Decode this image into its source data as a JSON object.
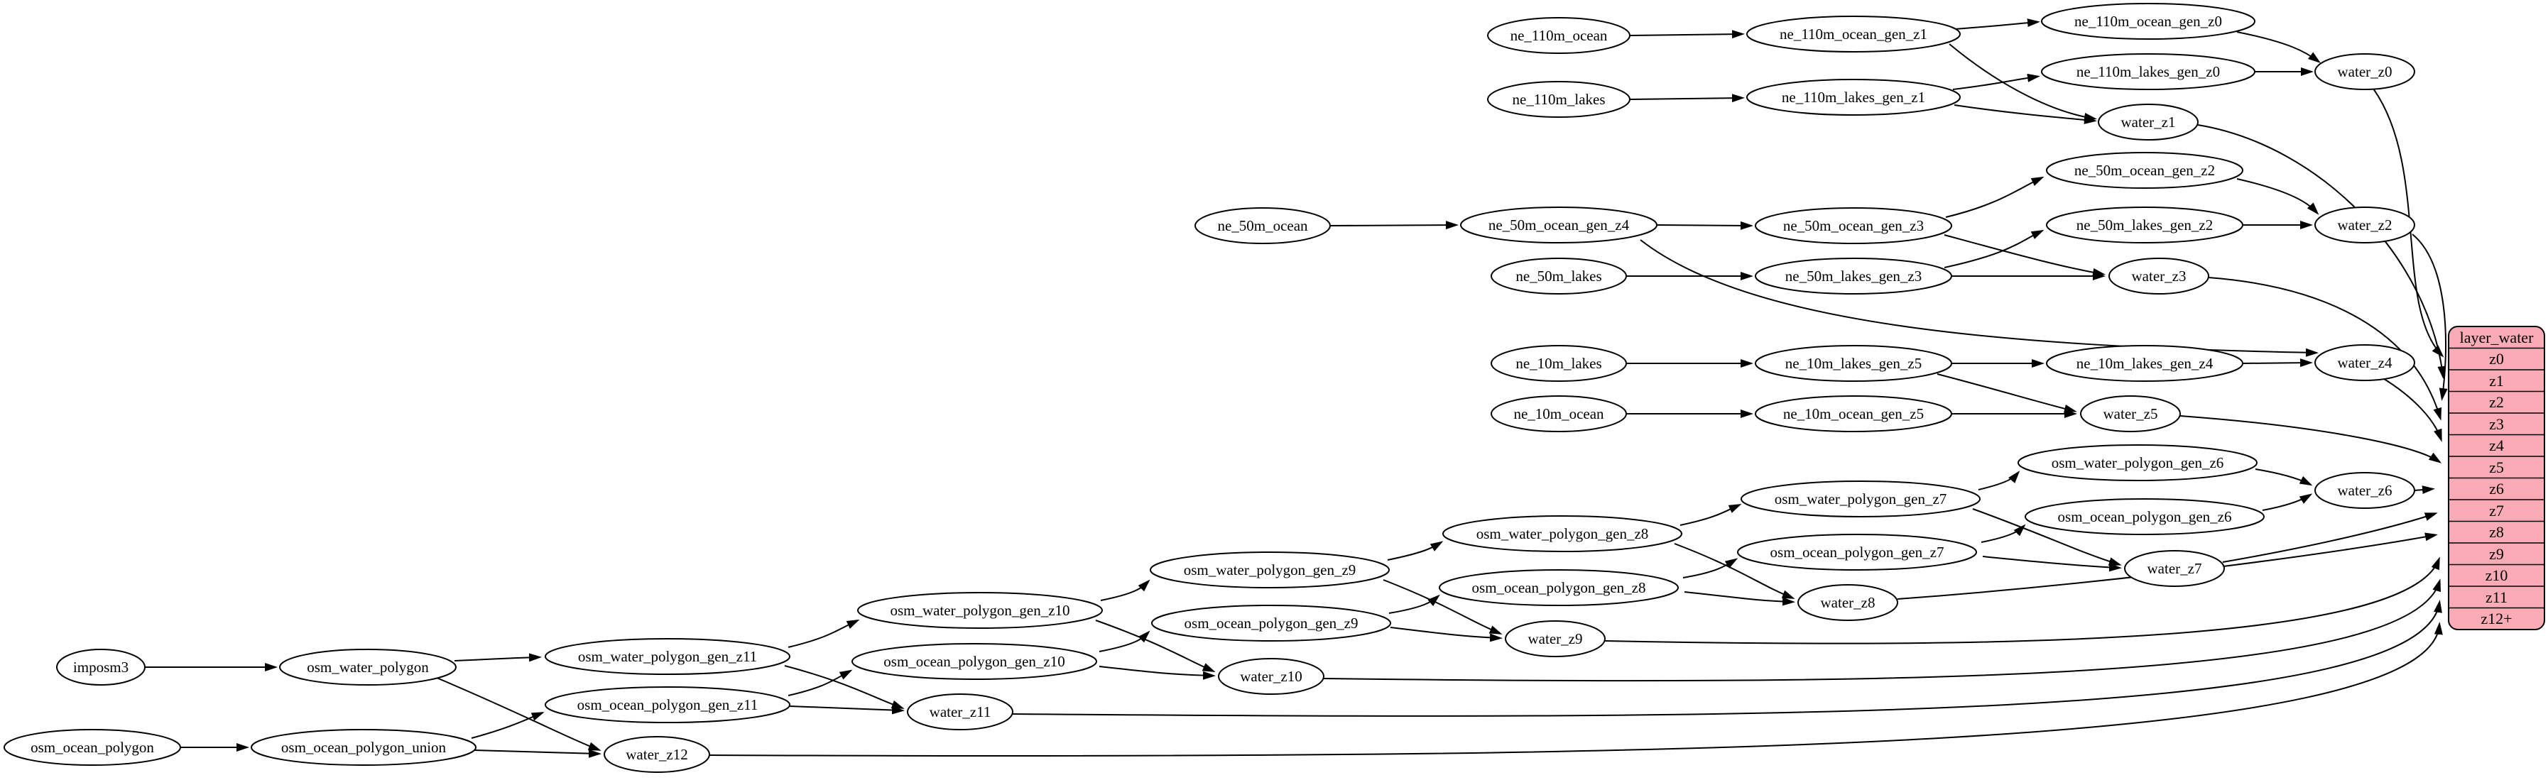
{
  "graph_title": "layer_water",
  "colors": {
    "background": "#ffffff",
    "node_fill": "#ffffff",
    "stroke": "#000000",
    "record_fill": "#faabb5"
  },
  "nodes": {
    "ne_110m_ocean": "ne_110m_ocean",
    "ne_110m_ocean_gen_z1": "ne_110m_ocean_gen_z1",
    "ne_110m_ocean_gen_z0": "ne_110m_ocean_gen_z0",
    "ne_110m_lakes": "ne_110m_lakes",
    "ne_110m_lakes_gen_z1": "ne_110m_lakes_gen_z1",
    "ne_110m_lakes_gen_z0": "ne_110m_lakes_gen_z0",
    "water_z0": "water_z0",
    "water_z1": "water_z1",
    "ne_50m_ocean": "ne_50m_ocean",
    "ne_50m_ocean_gen_z4": "ne_50m_ocean_gen_z4",
    "ne_50m_ocean_gen_z3": "ne_50m_ocean_gen_z3",
    "ne_50m_ocean_gen_z2": "ne_50m_ocean_gen_z2",
    "ne_50m_lakes": "ne_50m_lakes",
    "ne_50m_lakes_gen_z3": "ne_50m_lakes_gen_z3",
    "ne_50m_lakes_gen_z2": "ne_50m_lakes_gen_z2",
    "water_z2": "water_z2",
    "water_z3": "water_z3",
    "ne_10m_lakes": "ne_10m_lakes",
    "ne_10m_lakes_gen_z5": "ne_10m_lakes_gen_z5",
    "ne_10m_lakes_gen_z4": "ne_10m_lakes_gen_z4",
    "ne_10m_ocean": "ne_10m_ocean",
    "ne_10m_ocean_gen_z5": "ne_10m_ocean_gen_z5",
    "water_z4": "water_z4",
    "water_z5": "water_z5",
    "osm_water_polygon_gen_z6": "osm_water_polygon_gen_z6",
    "osm_ocean_polygon_gen_z6": "osm_ocean_polygon_gen_z6",
    "water_z6": "water_z6",
    "osm_water_polygon_gen_z7": "osm_water_polygon_gen_z7",
    "osm_ocean_polygon_gen_z7": "osm_ocean_polygon_gen_z7",
    "water_z7": "water_z7",
    "osm_water_polygon_gen_z8": "osm_water_polygon_gen_z8",
    "osm_ocean_polygon_gen_z8": "osm_ocean_polygon_gen_z8",
    "water_z8": "water_z8",
    "osm_water_polygon_gen_z9": "osm_water_polygon_gen_z9",
    "osm_ocean_polygon_gen_z9": "osm_ocean_polygon_gen_z9",
    "water_z9": "water_z9",
    "osm_water_polygon_gen_z10": "osm_water_polygon_gen_z10",
    "osm_ocean_polygon_gen_z10": "osm_ocean_polygon_gen_z10",
    "water_z10": "water_z10",
    "osm_water_polygon_gen_z11": "osm_water_polygon_gen_z11",
    "osm_ocean_polygon_gen_z11": "osm_ocean_polygon_gen_z11",
    "water_z11": "water_z11",
    "osm_water_polygon": "osm_water_polygon",
    "imposm3": "imposm3",
    "osm_ocean_polygon": "osm_ocean_polygon",
    "osm_ocean_polygon_union": "osm_ocean_polygon_union",
    "water_z12": "water_z12"
  },
  "record": {
    "title": "layer_water",
    "rows": [
      "z0",
      "z1",
      "z2",
      "z3",
      "z4",
      "z5",
      "z6",
      "z7",
      "z8",
      "z9",
      "z10",
      "z11",
      "z12+"
    ]
  },
  "edges": [
    [
      "ne_110m_ocean",
      "ne_110m_ocean_gen_z1"
    ],
    [
      "ne_110m_ocean_gen_z1",
      "ne_110m_ocean_gen_z0"
    ],
    [
      "ne_110m_ocean_gen_z1",
      "water_z1"
    ],
    [
      "ne_110m_ocean_gen_z0",
      "water_z0"
    ],
    [
      "ne_110m_lakes",
      "ne_110m_lakes_gen_z1"
    ],
    [
      "ne_110m_lakes_gen_z1",
      "ne_110m_lakes_gen_z0"
    ],
    [
      "ne_110m_lakes_gen_z1",
      "water_z1"
    ],
    [
      "ne_110m_lakes_gen_z0",
      "water_z0"
    ],
    [
      "water_z0",
      "layer_water:z0"
    ],
    [
      "water_z1",
      "layer_water:z1"
    ],
    [
      "ne_50m_ocean",
      "ne_50m_ocean_gen_z4"
    ],
    [
      "ne_50m_ocean_gen_z4",
      "ne_50m_ocean_gen_z3"
    ],
    [
      "ne_50m_ocean_gen_z4",
      "water_z4"
    ],
    [
      "ne_50m_ocean_gen_z3",
      "ne_50m_ocean_gen_z2"
    ],
    [
      "ne_50m_ocean_gen_z3",
      "water_z3"
    ],
    [
      "ne_50m_ocean_gen_z2",
      "water_z2"
    ],
    [
      "ne_50m_lakes",
      "ne_50m_lakes_gen_z3"
    ],
    [
      "ne_50m_lakes_gen_z3",
      "ne_50m_lakes_gen_z2"
    ],
    [
      "ne_50m_lakes_gen_z3",
      "water_z3"
    ],
    [
      "ne_50m_lakes_gen_z2",
      "water_z2"
    ],
    [
      "water_z2",
      "layer_water:z2"
    ],
    [
      "water_z3",
      "layer_water:z3"
    ],
    [
      "ne_10m_lakes",
      "ne_10m_lakes_gen_z5"
    ],
    [
      "ne_10m_lakes_gen_z5",
      "ne_10m_lakes_gen_z4"
    ],
    [
      "ne_10m_lakes_gen_z5",
      "water_z5"
    ],
    [
      "ne_10m_lakes_gen_z4",
      "water_z4"
    ],
    [
      "ne_10m_ocean",
      "ne_10m_ocean_gen_z5"
    ],
    [
      "ne_10m_ocean_gen_z5",
      "water_z5"
    ],
    [
      "water_z4",
      "layer_water:z4"
    ],
    [
      "water_z5",
      "layer_water:z5"
    ],
    [
      "imposm3",
      "osm_water_polygon"
    ],
    [
      "osm_water_polygon",
      "osm_water_polygon_gen_z11"
    ],
    [
      "osm_water_polygon",
      "water_z12"
    ],
    [
      "osm_water_polygon_gen_z11",
      "osm_water_polygon_gen_z10"
    ],
    [
      "osm_water_polygon_gen_z11",
      "water_z11"
    ],
    [
      "osm_water_polygon_gen_z10",
      "osm_water_polygon_gen_z9"
    ],
    [
      "osm_water_polygon_gen_z10",
      "water_z10"
    ],
    [
      "osm_water_polygon_gen_z9",
      "osm_water_polygon_gen_z8"
    ],
    [
      "osm_water_polygon_gen_z9",
      "water_z9"
    ],
    [
      "osm_water_polygon_gen_z8",
      "osm_water_polygon_gen_z7"
    ],
    [
      "osm_water_polygon_gen_z8",
      "water_z8"
    ],
    [
      "osm_water_polygon_gen_z7",
      "osm_water_polygon_gen_z6"
    ],
    [
      "osm_water_polygon_gen_z7",
      "water_z7"
    ],
    [
      "osm_water_polygon_gen_z6",
      "water_z6"
    ],
    [
      "osm_ocean_polygon",
      "osm_ocean_polygon_union"
    ],
    [
      "osm_ocean_polygon_union",
      "osm_ocean_polygon_gen_z11"
    ],
    [
      "osm_ocean_polygon_union",
      "water_z12"
    ],
    [
      "osm_ocean_polygon_gen_z11",
      "osm_ocean_polygon_gen_z10"
    ],
    [
      "osm_ocean_polygon_gen_z11",
      "water_z11"
    ],
    [
      "osm_ocean_polygon_gen_z10",
      "osm_ocean_polygon_gen_z9"
    ],
    [
      "osm_ocean_polygon_gen_z10",
      "water_z10"
    ],
    [
      "osm_ocean_polygon_gen_z9",
      "osm_ocean_polygon_gen_z8"
    ],
    [
      "osm_ocean_polygon_gen_z9",
      "water_z9"
    ],
    [
      "osm_ocean_polygon_gen_z8",
      "osm_ocean_polygon_gen_z7"
    ],
    [
      "osm_ocean_polygon_gen_z8",
      "water_z8"
    ],
    [
      "osm_ocean_polygon_gen_z7",
      "osm_ocean_polygon_gen_z6"
    ],
    [
      "osm_ocean_polygon_gen_z7",
      "water_z7"
    ],
    [
      "osm_ocean_polygon_gen_z6",
      "water_z6"
    ],
    [
      "water_z6",
      "layer_water:z6"
    ],
    [
      "water_z7",
      "layer_water:z7"
    ],
    [
      "water_z8",
      "layer_water:z8"
    ],
    [
      "water_z9",
      "layer_water:z9"
    ],
    [
      "water_z10",
      "layer_water:z10"
    ],
    [
      "water_z11",
      "layer_water:z11"
    ],
    [
      "water_z12",
      "layer_water:z12+"
    ]
  ]
}
